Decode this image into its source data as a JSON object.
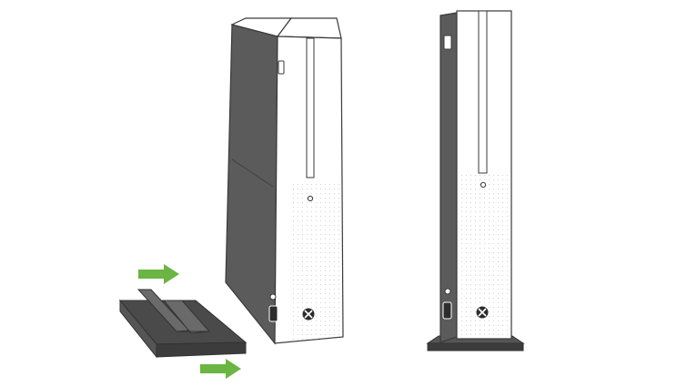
{
  "colors": {
    "background": "#ffffff",
    "console_white": "#ffffff",
    "console_outline": "#3a3a3a",
    "dark_side": "#5b5b5b",
    "dark_side_edge": "#3f3f3f",
    "stand_dark": "#4a4a4a",
    "stand_mid": "#6a6a6a",
    "speaker_dots": "#c8c8c8",
    "arrow_green": "#6ab543"
  },
  "icons": {
    "logo": "xbox-logo-icon",
    "power": "power-button-icon",
    "sync": "sync-button-icon",
    "arrow": "arrow-right-icon"
  },
  "steps": [
    {
      "step": "attach-stand",
      "console_orientation": "vertical",
      "stand": "detached"
    },
    {
      "step": "console-on-stand",
      "console_orientation": "vertical",
      "stand": "attached"
    }
  ]
}
